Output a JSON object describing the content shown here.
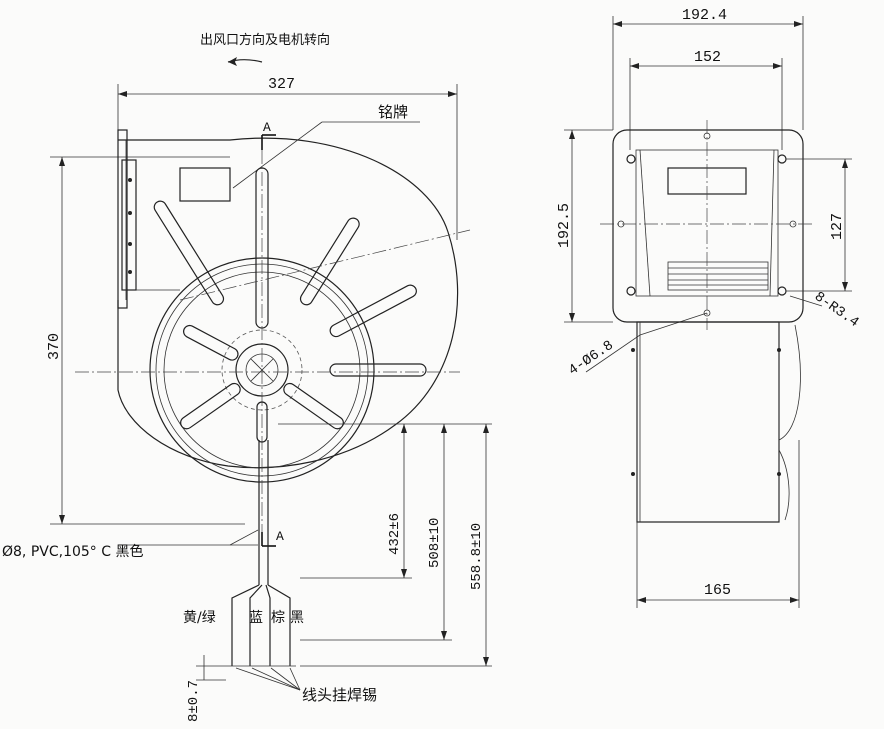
{
  "labels": {
    "airflow_note": "出风口方向及电机转向",
    "nameplate": "铭牌",
    "section_top": "A",
    "section_bottom": "A",
    "cable_spec": "Ø8, PVC,105° C 黑色",
    "wire_yellow_green": "黄/绿",
    "wire_blue": "蓝",
    "wire_brown": "棕",
    "wire_black": "黑",
    "lead_note": "线头挂焊锡"
  },
  "dimensions": {
    "overall_width": "327",
    "height": "370",
    "shaft_to_base_1": "432±6",
    "shaft_to_base_2": "508±10",
    "cable_length": "558.8±10",
    "strip_length": "8±0.7",
    "side_width_outer": "192.4",
    "side_width_inner": "152",
    "flange_height": "192.5",
    "hole_spacing": "127",
    "mount_holes": "4-Ø6.8",
    "corner_radius": "8-R3.4",
    "housing_width": "165"
  }
}
